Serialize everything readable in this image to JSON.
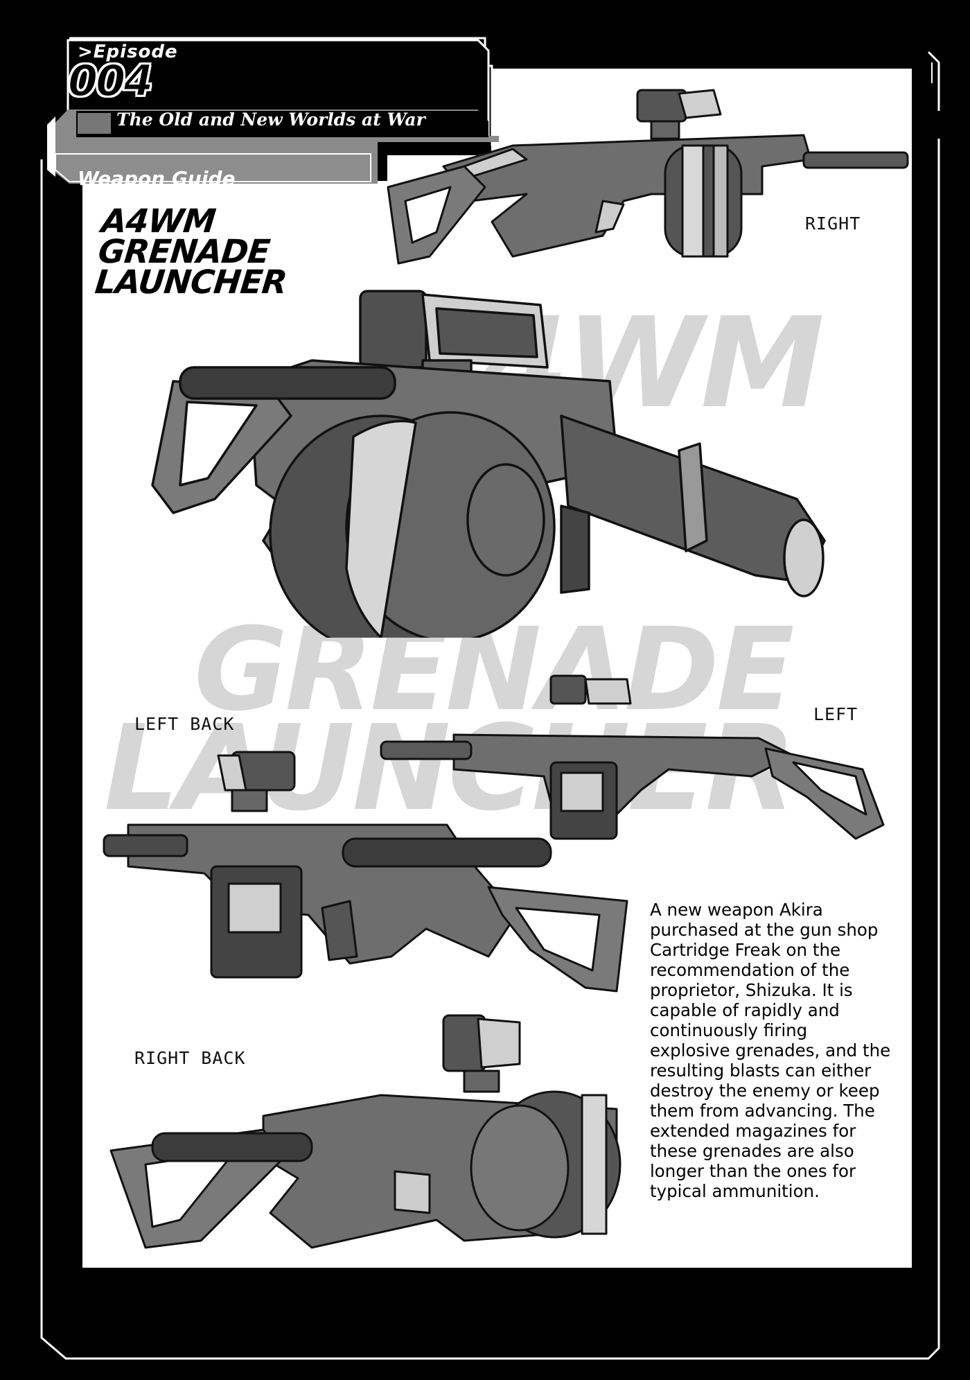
{
  "episode": {
    "label": ">Episode",
    "number": "004",
    "subtitle": "The Old and New Worlds at War"
  },
  "section": "Weapon Guide",
  "weapon": {
    "title_lines": [
      "A4WM",
      "GRENADE",
      "LAUNCHER"
    ],
    "watermark_lines": [
      "A4WM",
      "GRENADE",
      "LAUNCHER"
    ]
  },
  "views": {
    "right": "RIGHT",
    "left": "LEFT",
    "left_back": "LEFT BACK",
    "right_back": "RIGHT BACK"
  },
  "description": "A new weapon Akira purchased at the gun shop Cartridge Freak on the recommendation of the proprietor, Shizuka. It is capable of rapidly and continuously firing explosive grenades, and the resulting blasts can either destroy the enemy or keep them from advancing. The extended magazines for these grenades are also longer than the ones for typical ammunition.",
  "colors": {
    "background": "#000000",
    "panel": "#ffffff",
    "header_gray": "#8a8a8a",
    "watermark": "#d6d6d6",
    "gun_dark": "#4a4a4a",
    "gun_mid": "#7a7a7a",
    "gun_light": "#cfcfcf"
  }
}
